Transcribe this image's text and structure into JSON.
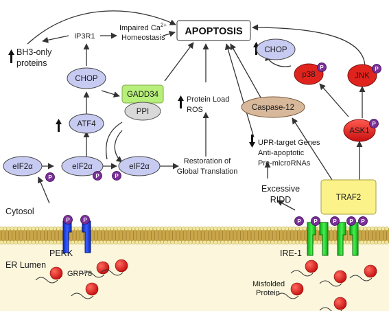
{
  "colors": {
    "cytosol_bg": "#ffffff",
    "lumen_bg": "#fbf6dc",
    "membrane_head": "#f0e6a0",
    "membrane_tail": "#caa64a",
    "perk": "#1f3ddb",
    "ire1": "#22d12a",
    "chop_fill": "#c7cbf1",
    "eif_fill": "#c7cbf1",
    "gadd34_fill": "#b7ef7a",
    "ppi_fill": "#d9d9d9",
    "caspase_fill": "#d8b89b",
    "red_node": "#e0241d",
    "traf2_fill": "#fbf28a",
    "phospho": "#7b2f9a",
    "protein_dot": "#e21b1b"
  },
  "title": "APOPTOSIS",
  "labels": {
    "bh3": "BH3-only\nproteins",
    "ip3r1": "IP3R1",
    "impaired_ca": "Impaired Ca",
    "ca_sup": "2+",
    "homeostasis": "Homeostasis",
    "protein_load": "Protein Load",
    "ros": "ROS",
    "restoration": "Restoration of",
    "global_translation": "Global Translation",
    "upr_genes": "UPR-target Genes",
    "anti_apoptotic": "Anti-apoptotic",
    "pre_micro": "Pre-microRNAs",
    "excessive": "Excessive",
    "ridd": "RIDD",
    "cytosol": "Cytosol",
    "er_lumen": "ER Lumen",
    "perk": "PERK",
    "ire1": "IRE-1",
    "grp78": "GRP78",
    "misfolded": "Misfolded",
    "protein": "Protein"
  },
  "nodes": {
    "chop_left": "CHOP",
    "atf4": "ATF4",
    "gadd34": "GADD34",
    "ppi": "PPI",
    "eif2a_1": "eIF2α",
    "eif2a_2": "eIF2α",
    "eif2a_3": "eIF2α",
    "chop_right": "CHOP",
    "p38": "p38",
    "jnk": "JNK",
    "caspase12": "Caspase-12",
    "ask1": "ASK1",
    "traf2": "TRAF2"
  },
  "phospho_label": "P"
}
